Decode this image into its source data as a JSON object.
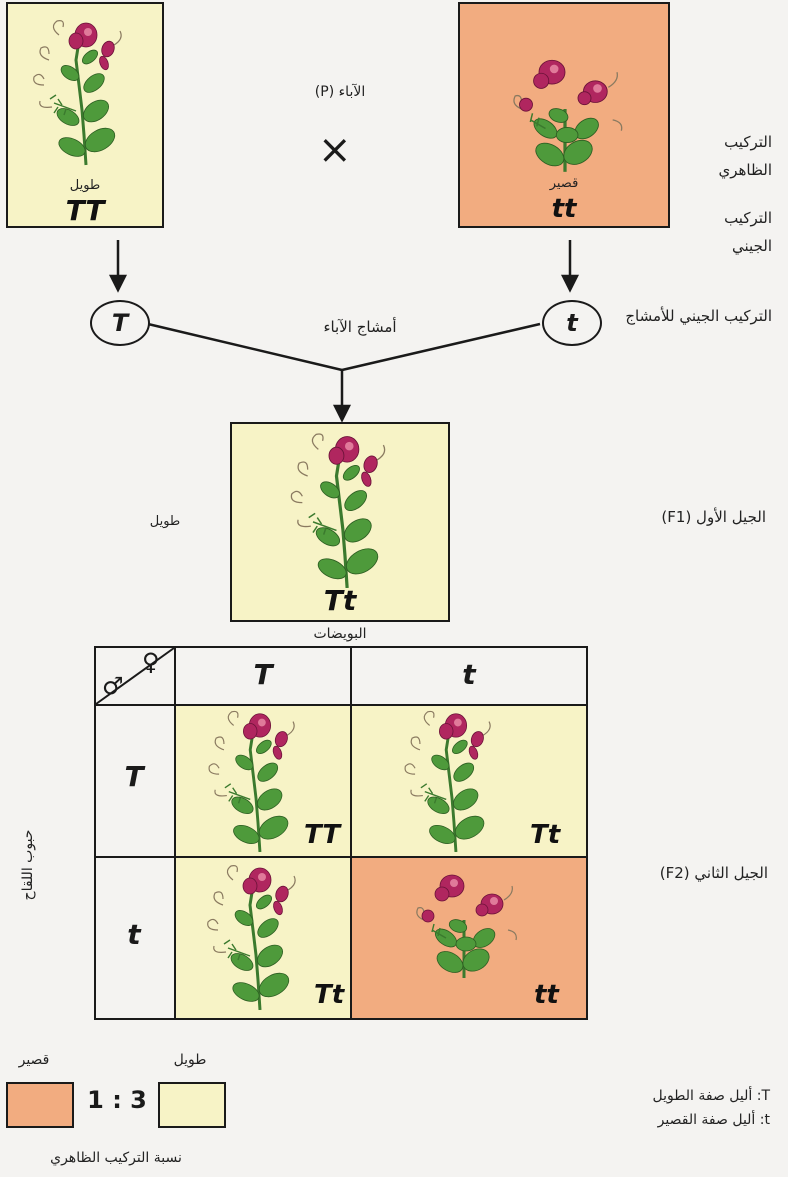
{
  "parents": {
    "label": "الآباء (P)",
    "cross_symbol": "×",
    "tall": {
      "phenotype": "طويل",
      "genotype": "TT"
    },
    "short": {
      "phenotype": "قصير",
      "genotype": "tt"
    },
    "phenotype_label": "التركيب الظاهري",
    "genotype_label": "التركيب الجيني"
  },
  "gametes": {
    "label": "أمشاج الآباء",
    "tall_allele": "T",
    "short_allele": "t",
    "genotype_label": "التركيب الجيني للأمشاج"
  },
  "f1": {
    "label": "الجيل الأول (F1)",
    "phenotype": "طويل",
    "genotype": "Tt"
  },
  "punnett": {
    "eggs_label": "البويضات",
    "pollen_label": "حبوب اللقاح",
    "female_symbol": "♀",
    "male_symbol": "♂",
    "col_headers": [
      "T",
      "t"
    ],
    "row_headers": [
      "T",
      "t"
    ],
    "cells": [
      "TT",
      "Tt",
      "Tt",
      "tt"
    ],
    "f2_label": "الجيل الثاني (F2)"
  },
  "legend": {
    "short_label": "قصير",
    "tall_label": "طويل",
    "ratio": "1 : 3",
    "ratio_caption": "نسبة التركيب الظاهري",
    "key_T": "T: أليل صفة الطويل",
    "key_t": "t: أليل صفة القصير"
  },
  "colors": {
    "tall_bg": "#f7f3c6",
    "short_bg": "#f2ac80",
    "flower": "#b0265f",
    "leaf": "#4e9a3b"
  }
}
